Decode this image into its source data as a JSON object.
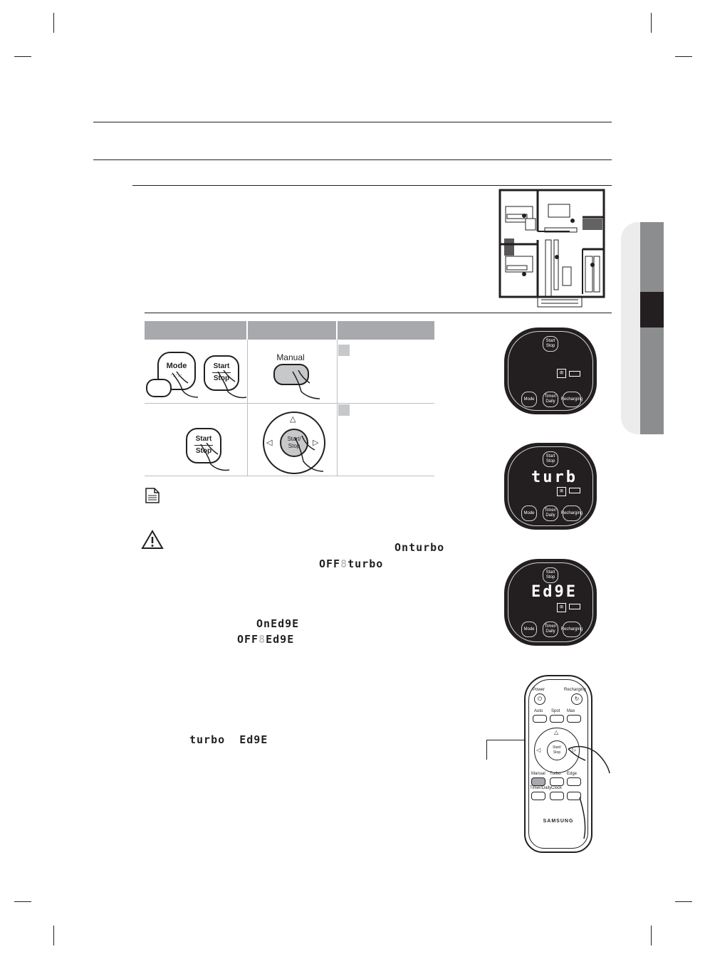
{
  "table": {
    "row1": {
      "mode_button": "Mode",
      "start_button_top": "Start",
      "start_button_bottom": "Stop",
      "manual_button": "Manual"
    },
    "row2": {
      "start_button_top": "Start",
      "start_button_bottom": "Stop",
      "remote_center_top": "Start/",
      "remote_center_bottom": "Stop"
    }
  },
  "displays": {
    "turbo_on": [
      "On",
      "turbo"
    ],
    "turbo_off": [
      "OFF",
      "8",
      "turbo"
    ],
    "edge_on": [
      "On",
      "Ed9E"
    ],
    "edge_off": [
      "OFF",
      "8",
      "Ed9E"
    ],
    "select": [
      "turbo",
      "Ed9E"
    ]
  },
  "panels": {
    "start_top": "Start",
    "start_bottom": "Stop",
    "mode": "Mode",
    "timer_top": "Timer/",
    "timer_bottom": "Daily",
    "recharging": "Recharging",
    "panel2_display": "turb",
    "panel3_display": "Ed9E"
  },
  "remote": {
    "power": "Power",
    "recharging": "Recharging",
    "auto": "Auto",
    "spot": "Spot",
    "max": "Max",
    "center_top": "Start/",
    "center_bottom": "Stop",
    "manual": "Manual",
    "turbo": "Turbo",
    "edge": "Edge",
    "timer_daily": "Timer/Daily",
    "clock": "Clock",
    "brand": "SAMSUNG"
  },
  "colors": {
    "ink": "#231f20",
    "table_header": "#a7a9ac",
    "tab_gray": "#8c8d8f",
    "tab_light": "#ececec"
  }
}
